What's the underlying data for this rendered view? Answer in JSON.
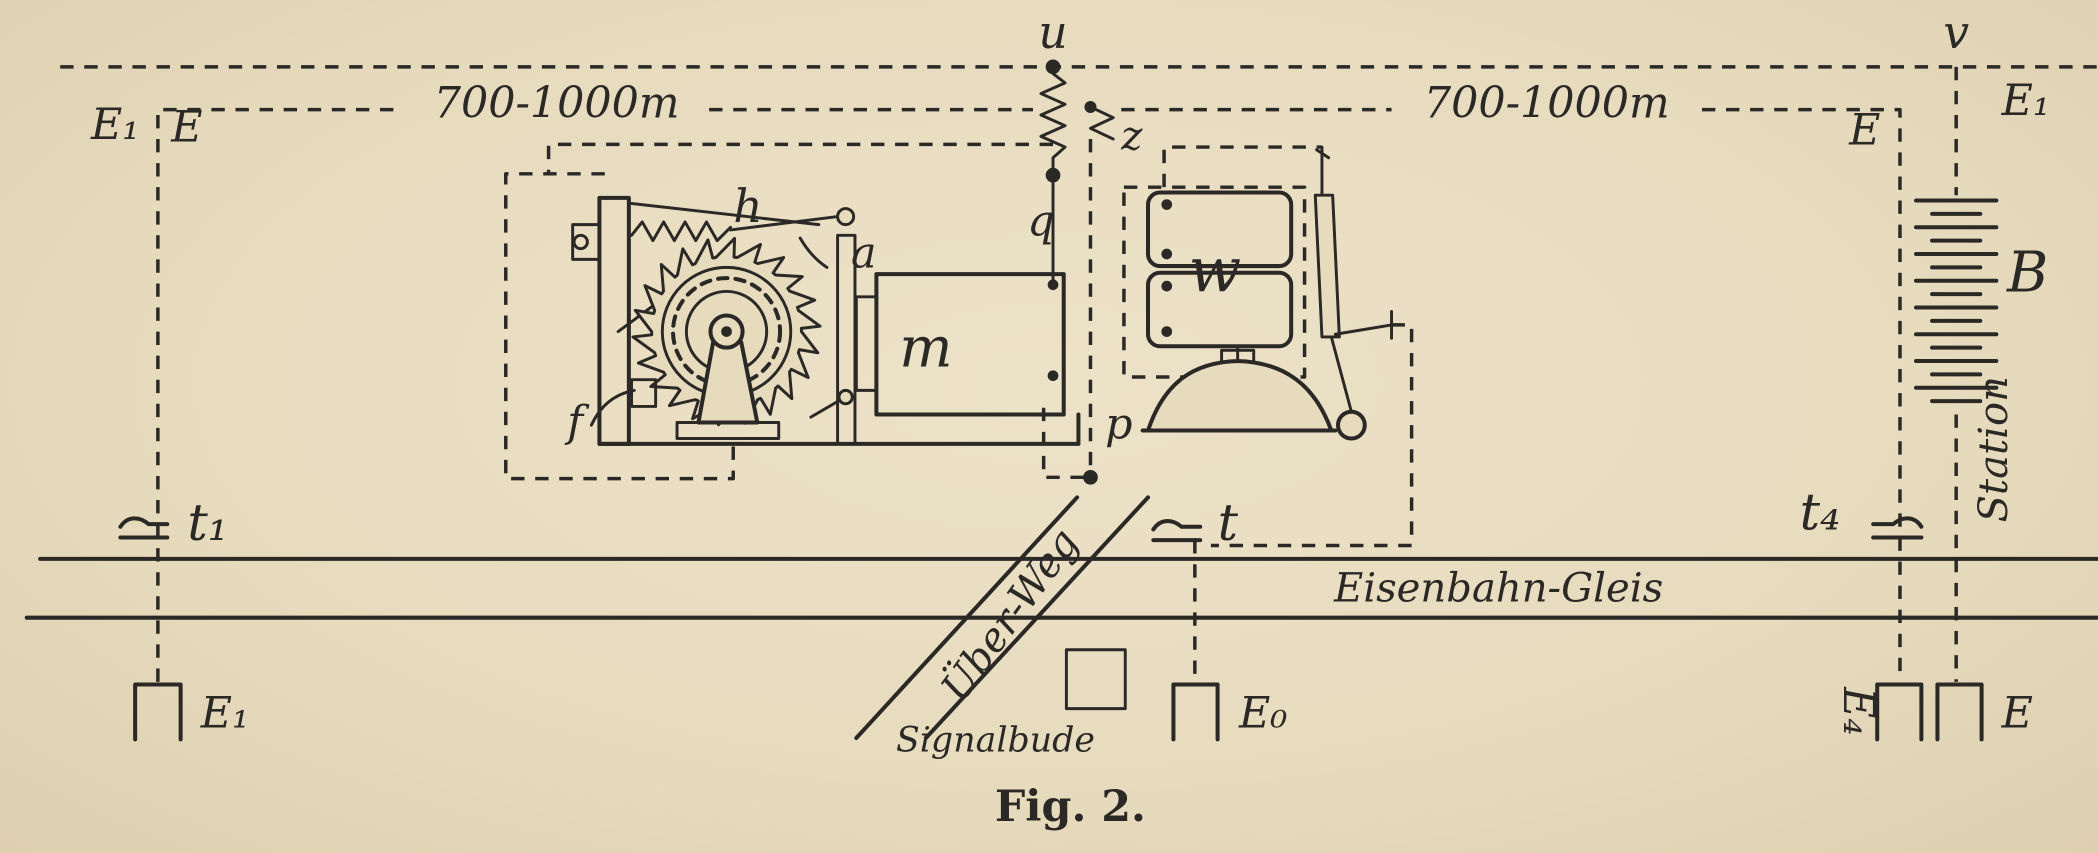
{
  "figure": {
    "caption": "Fig. 2."
  },
  "labels": {
    "u": "u",
    "v": "v",
    "e1_top_left": "E₁",
    "e_top_left": "E",
    "distance_left": "700-1000m",
    "distance_right": "700-1000m",
    "h": "h",
    "a": "a",
    "q": "q",
    "z": "z",
    "m": "m",
    "w": "w",
    "f": "f",
    "p": "p",
    "t1": "t₁",
    "t": "t",
    "t4": "t₄",
    "e_top_right": "E",
    "e1_top_right": "E₁",
    "b": "B",
    "station": "Station",
    "rail": "Eisenbahn-Gleis",
    "crossing": "Über-Weg",
    "signal_box": "Signalbude",
    "ground_e1": "E₁",
    "ground_e0": "E₀",
    "ground_e4": "E₄",
    "ground_e": "E"
  },
  "colors": {
    "paper": "#e7dbbe",
    "ink": "#2b2926"
  }
}
